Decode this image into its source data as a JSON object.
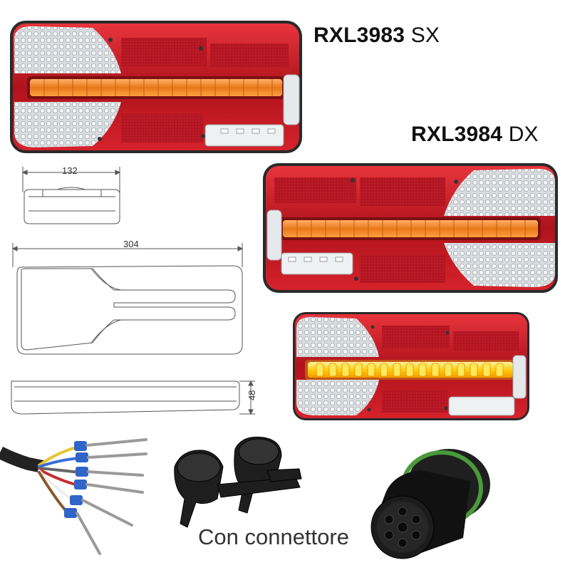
{
  "products": [
    {
      "code": "RXL3983",
      "side": "SX"
    },
    {
      "code": "RXL3984",
      "side": "DX"
    }
  ],
  "dimensions": {
    "width": "132",
    "length": "304",
    "height": "48"
  },
  "caption": "Con connettore"
}
